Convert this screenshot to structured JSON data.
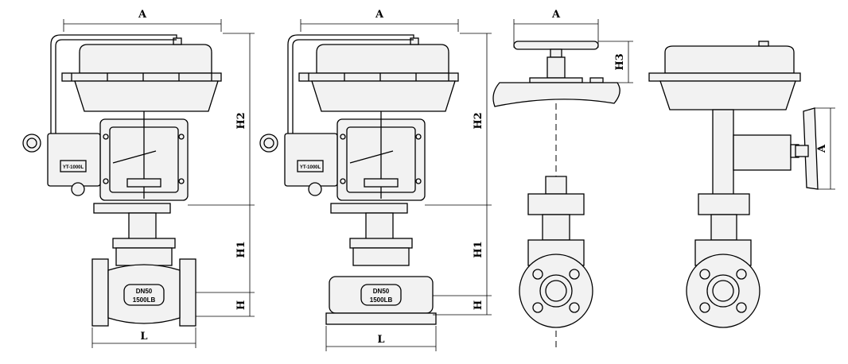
{
  "dimension_labels": {
    "a": "A",
    "l": "L",
    "h": "H",
    "h1": "H1",
    "h2": "H2",
    "h3": "H3"
  },
  "nameplate": {
    "size": "DN50",
    "rating": "1500LB"
  },
  "positioner_tag": "YT-1000L"
}
